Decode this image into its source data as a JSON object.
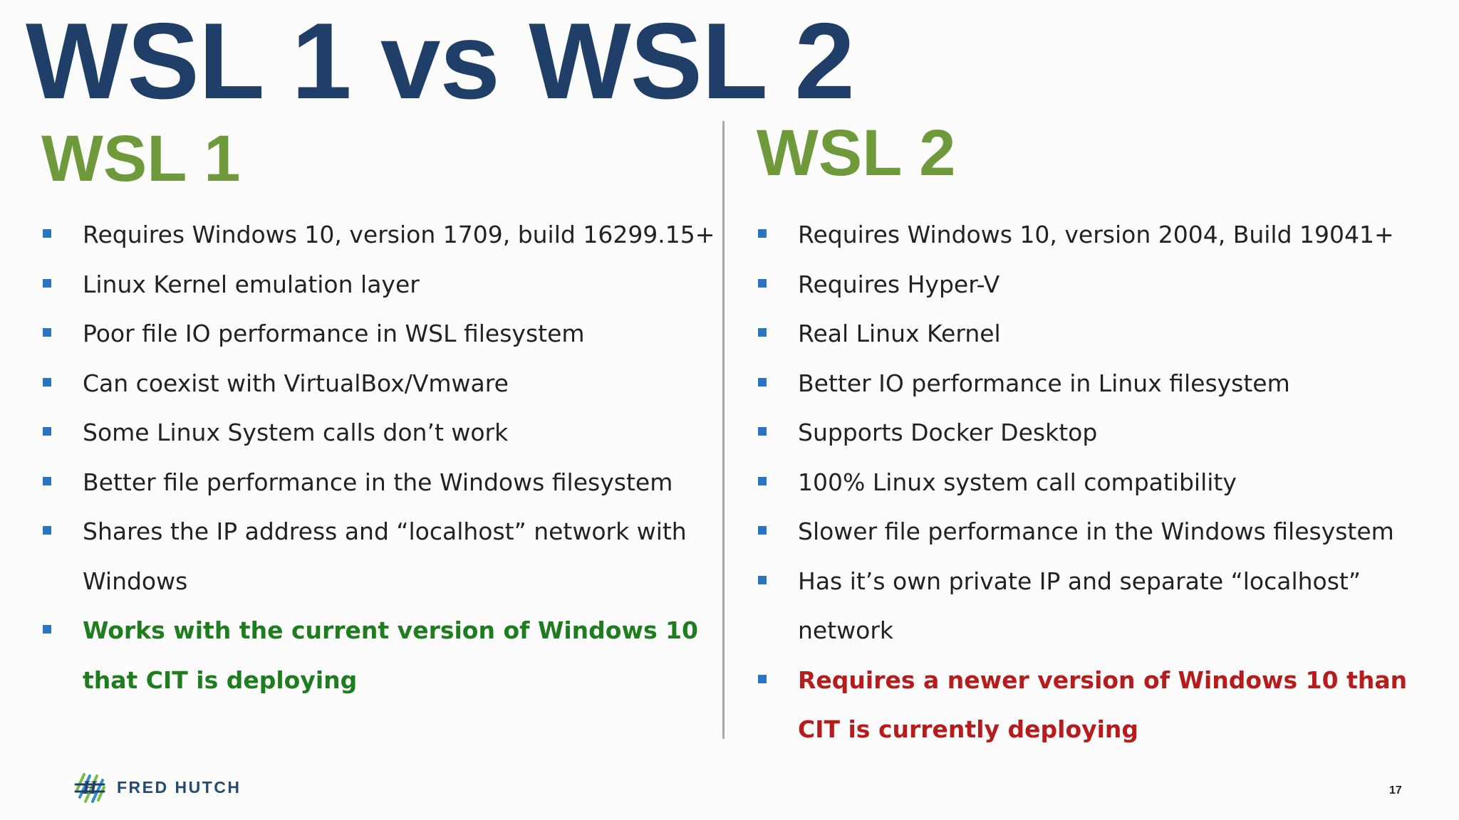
{
  "title": "WSL 1 vs WSL 2",
  "columns": [
    {
      "heading": "WSL 1",
      "items": [
        {
          "text": "Requires Windows 10, version 1709, build 16299.15+",
          "style": "normal"
        },
        {
          "text": "Linux Kernel emulation layer",
          "style": "normal"
        },
        {
          "text": "Poor file IO performance in WSL filesystem",
          "style": "normal"
        },
        {
          "text": "Can coexist with VirtualBox/Vmware",
          "style": "normal"
        },
        {
          "text": "Some Linux System calls  don’t work",
          "style": "normal"
        },
        {
          "text": "Better file performance in the Windows filesystem",
          "style": "normal"
        },
        {
          "text": "Shares the IP address and “localhost” network with Windows",
          "style": "normal"
        },
        {
          "text": "Works with the current version of Windows 10 that CIT is deploying",
          "style": "green"
        }
      ]
    },
    {
      "heading": "WSL 2",
      "items": [
        {
          "text": "Requires Windows 10, version 2004, Build 19041+",
          "style": "normal"
        },
        {
          "text": "Requires Hyper-V",
          "style": "normal"
        },
        {
          "text": "Real Linux Kernel",
          "style": "normal"
        },
        {
          "text": "Better IO performance in Linux filesystem",
          "style": "normal"
        },
        {
          "text": "Supports Docker Desktop",
          "style": "normal"
        },
        {
          "text": "100% Linux system call compatibility",
          "style": "normal"
        },
        {
          "text": "Slower file performance in the Windows filesystem",
          "style": "normal"
        },
        {
          "text": "Has it’s own private IP and separate “localhost” network",
          "style": "normal"
        },
        {
          "text": "Requires a newer version of Windows 10 than CIT is currently deploying",
          "style": "red"
        }
      ]
    }
  ],
  "footer": {
    "logo_text": "FRED HUTCH",
    "logo_icon": "fred-hutch-logo-icon",
    "page_number": "17"
  },
  "colors": {
    "title": "#1f3e68",
    "heading": "#6f9a3c",
    "bullet": "#2a74c4",
    "positive": "#1e7d1e",
    "negative": "#b71c1c"
  }
}
